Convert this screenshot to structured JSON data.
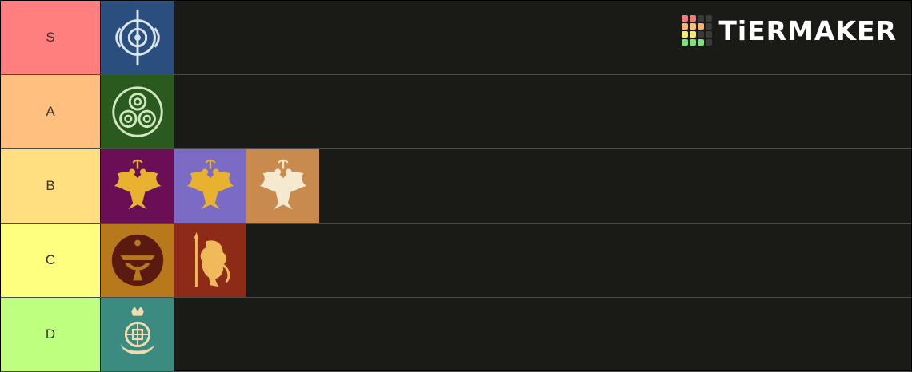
{
  "brand": {
    "name": "TiERMAKER",
    "grid_colors": [
      "#f47c7c",
      "#f47c7c",
      "#3a3a3a",
      "#3a3a3a",
      "#f7b27a",
      "#f7c37a",
      "#f7b27a",
      "#3a3a3a",
      "#f7e97a",
      "#f7e97a",
      "#3a3a3a",
      "#3a3a3a",
      "#7ee27a",
      "#7ee27a",
      "#7ee27a",
      "#3a3a3a"
    ]
  },
  "tiers": [
    {
      "label": "S",
      "color": "#ff7f7f",
      "items": [
        {
          "icon": "dragon-knot-emblem-icon",
          "bg": "#2a4e7e"
        }
      ]
    },
    {
      "label": "A",
      "color": "#ffbf7f",
      "items": [
        {
          "icon": "triskelion-spiral-emblem-icon",
          "bg": "#2a5a1e"
        }
      ]
    },
    {
      "label": "B",
      "color": "#ffdf7f",
      "items": [
        {
          "icon": "double-eagle-laurel-emblem-icon",
          "bg": "#6a0f56"
        },
        {
          "icon": "double-eagle-fleur-emblem-icon",
          "bg": "#7b6bc4"
        },
        {
          "icon": "double-eagle-sword-emblem-icon",
          "bg": "#c98a4e"
        }
      ]
    },
    {
      "label": "C",
      "color": "#ffff7f",
      "items": [
        {
          "icon": "bird-circle-emblem-icon",
          "bg": "#b8791c"
        },
        {
          "icon": "lion-rampant-spear-emblem-icon",
          "bg": "#8e2a18"
        }
      ]
    },
    {
      "label": "D",
      "color": "#bfff7f",
      "items": [
        {
          "icon": "crescent-crown-knot-emblem-icon",
          "bg": "#3b8b80"
        }
      ]
    }
  ]
}
